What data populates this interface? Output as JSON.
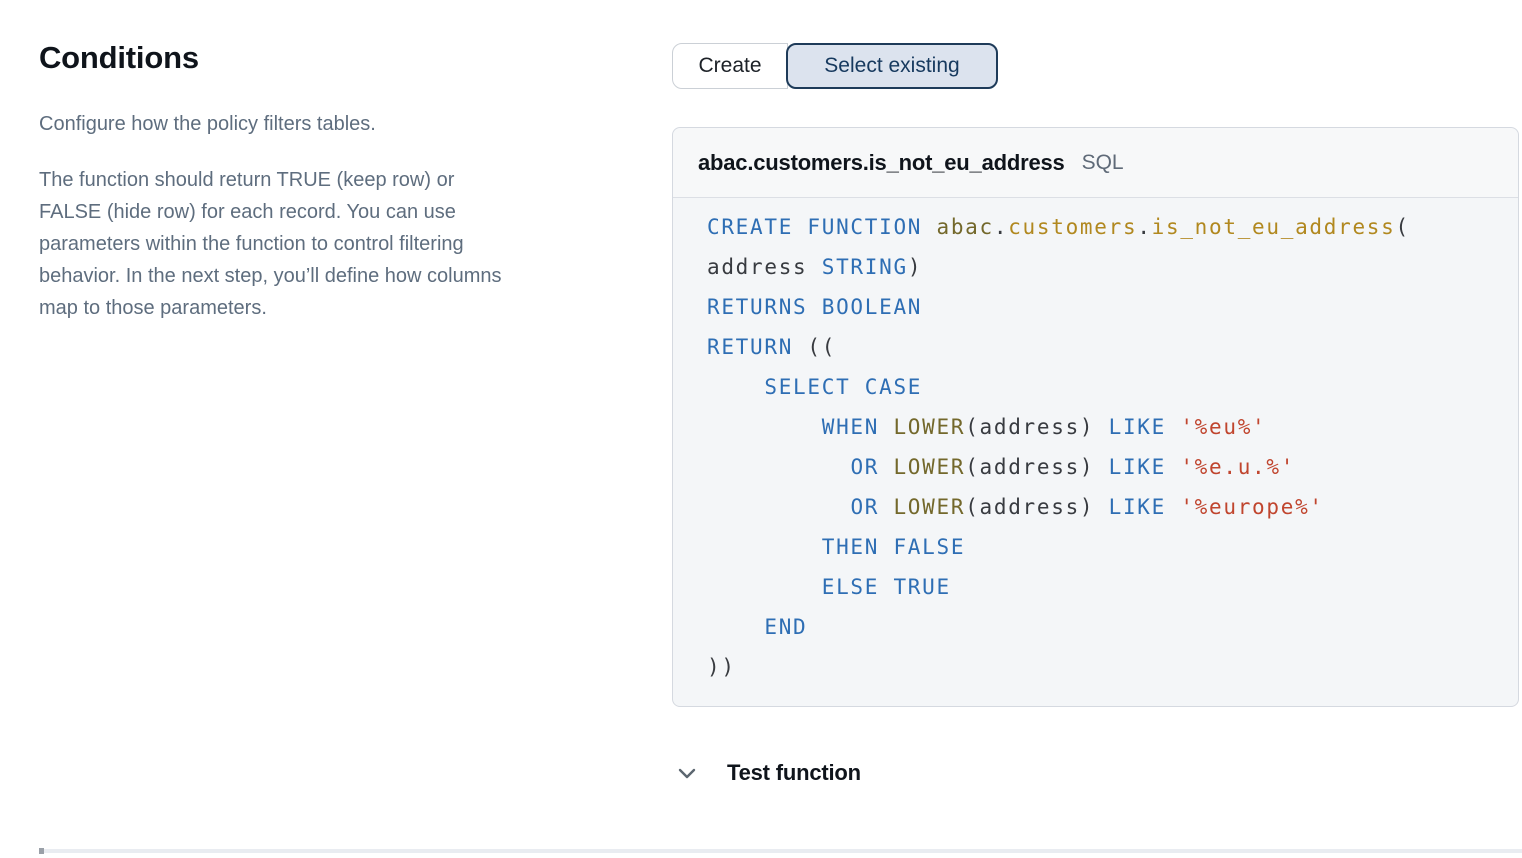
{
  "page": {
    "title": "Conditions",
    "intro": "Configure how the policy filters tables.",
    "description_lines": [
      "The function should return TRUE (keep row) or",
      "FALSE (hide row) for each record. You can use",
      "parameters within the function to control filtering",
      "behavior. In the next step, you’ll define how columns",
      "map to those parameters."
    ]
  },
  "mode_toggle": {
    "options": [
      {
        "label": "Create",
        "selected": false
      },
      {
        "label": "Select existing",
        "selected": true
      }
    ]
  },
  "function_panel": {
    "function_name": "abac.customers.is_not_eu_address",
    "language_badge": "SQL",
    "code": [
      [
        [
          "k",
          "CREATE FUNCTION "
        ],
        [
          "o",
          "abac"
        ],
        [
          "p",
          "."
        ],
        [
          "g",
          "customers"
        ],
        [
          "p",
          "."
        ],
        [
          "g",
          "is_not_eu_address"
        ],
        [
          "p",
          "("
        ]
      ],
      [
        [
          "p",
          "address "
        ],
        [
          "k",
          "STRING"
        ],
        [
          "p",
          ")"
        ]
      ],
      [
        [
          "k",
          "RETURNS BOOLEAN"
        ]
      ],
      [
        [
          "k",
          "RETURN"
        ],
        [
          "p",
          " (("
        ]
      ],
      [
        [
          "p",
          "    "
        ],
        [
          "k",
          "SELECT CASE"
        ]
      ],
      [
        [
          "p",
          "        "
        ],
        [
          "k",
          "WHEN "
        ],
        [
          "o",
          "LOWER"
        ],
        [
          "p",
          "(address) "
        ],
        [
          "k",
          "LIKE "
        ],
        [
          "s",
          "'%eu%'"
        ]
      ],
      [
        [
          "p",
          "          "
        ],
        [
          "k",
          "OR "
        ],
        [
          "o",
          "LOWER"
        ],
        [
          "p",
          "(address) "
        ],
        [
          "k",
          "LIKE "
        ],
        [
          "s",
          "'%e.u.%'"
        ]
      ],
      [
        [
          "p",
          "          "
        ],
        [
          "k",
          "OR "
        ],
        [
          "o",
          "LOWER"
        ],
        [
          "p",
          "(address) "
        ],
        [
          "k",
          "LIKE "
        ],
        [
          "s",
          "'%europe%'"
        ]
      ],
      [
        [
          "p",
          "        "
        ],
        [
          "k",
          "THEN FALSE"
        ]
      ],
      [
        [
          "p",
          "        "
        ],
        [
          "k",
          "ELSE TRUE"
        ]
      ],
      [
        [
          "p",
          "    "
        ],
        [
          "k",
          "END"
        ]
      ],
      [
        [
          "p",
          "))"
        ]
      ]
    ]
  },
  "test_function": {
    "label": "Test function",
    "chevron_icon": "chevron-down"
  },
  "colors": {
    "keyword": "#2e6eb4",
    "schema_identifier": "#73682b",
    "identifier": "#b1881f",
    "string": "#c0452e",
    "plain_code": "#383b40",
    "selected_toggle_bg": "#dce3ee",
    "selected_toggle_border": "#1e3b59",
    "selected_toggle_text": "#16395e",
    "panel_bg": "#f4f6f8",
    "panel_header_bg": "#f7f8f9",
    "panel_border": "#d5d9e0",
    "body_text": "#5e6d7e",
    "heading_text": "#0f141b"
  }
}
